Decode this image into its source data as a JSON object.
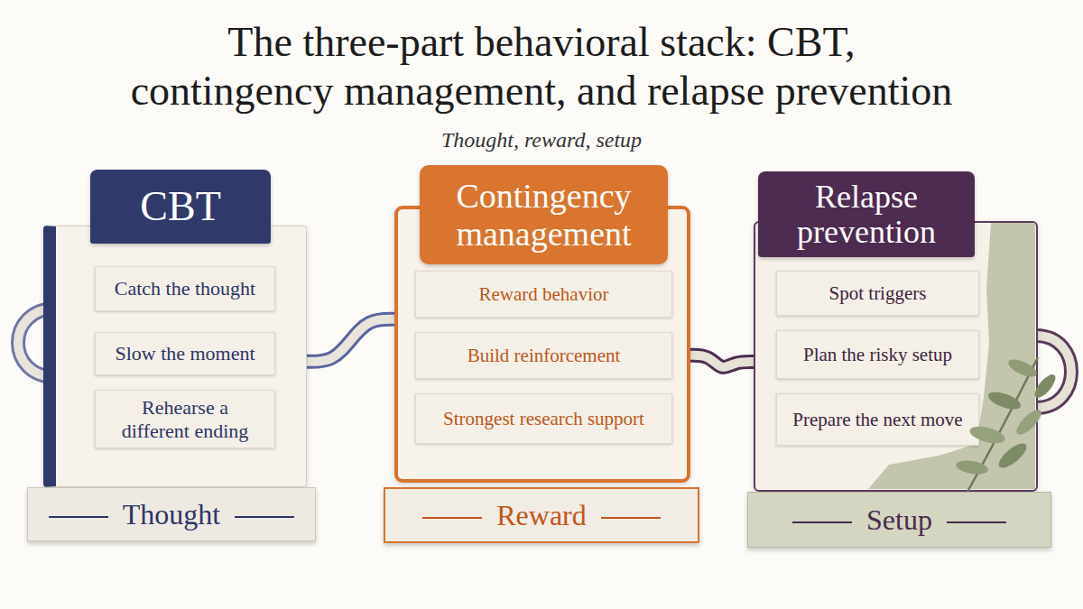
{
  "diagram": {
    "title": "The three-part behavioral stack: CBT, contingency management, and relapse prevention",
    "caption": "Thought, reward, setup",
    "nodes": [
      {
        "text": [
          "CBT"
        ]
      },
      {
        "text": [
          "Catch the thought"
        ],
        "in": 0
      },
      {
        "text": [
          "Slow the moment"
        ],
        "in": 0
      },
      {
        "text": [
          "Rehearse a different ending"
        ],
        "in": 0
      },
      {
        "text": [
          "Thought"
        ]
      },
      {
        "text": [
          "Contingency management"
        ]
      },
      {
        "text": [
          "Reward behavior"
        ],
        "in": 5
      },
      {
        "text": [
          "Build reinforcement"
        ],
        "in": 5
      },
      {
        "text": [
          "Strongest research support"
        ],
        "in": 5
      },
      {
        "text": [
          "Reward"
        ]
      },
      {
        "text": [
          "Relapse prevention"
        ]
      },
      {
        "text": [
          "Spot triggers"
        ],
        "in": 10
      },
      {
        "text": [
          "Plan the risky setup"
        ],
        "in": 10
      },
      {
        "text": [
          "Prepare the next move"
        ],
        "in": 10
      },
      {
        "text": [
          "Setup"
        ]
      }
    ],
    "edges": [
      {
        "from": 0,
        "to": 5,
        "arrow": "none"
      },
      {
        "from": 5,
        "to": 10,
        "arrow": "none"
      }
    ]
  }
}
